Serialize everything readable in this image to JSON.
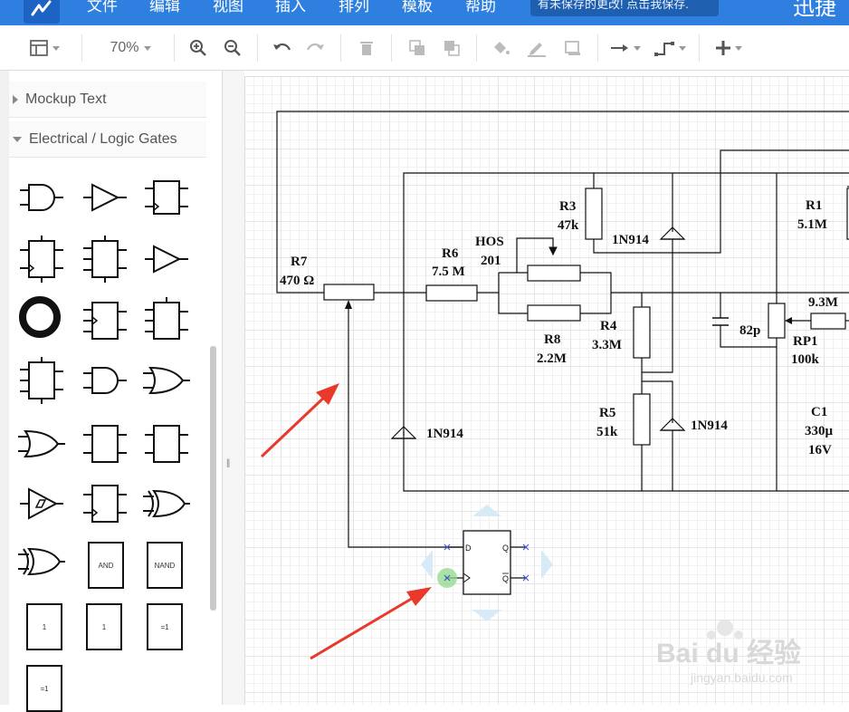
{
  "app": {
    "title": "迅捷",
    "save_notice": "有未保存的更改! 点击我保存."
  },
  "menu": {
    "items": [
      "文件",
      "编辑",
      "视图",
      "插入",
      "排列",
      "模板",
      "帮助"
    ]
  },
  "toolbar": {
    "zoom": "70%"
  },
  "sidebar": {
    "sections": [
      {
        "label": "Mockup Text",
        "expanded": false
      },
      {
        "label": "Electrical / Logic Gates",
        "expanded": true
      }
    ],
    "shape_labels": {
      "and": "AND",
      "nand": "NAND",
      "buf1": "1",
      "buf2": "1",
      "xor1": "=1",
      "xor2": "=1"
    }
  },
  "circuit": {
    "labels": {
      "r7": "R7",
      "r7_val": "470 Ω",
      "r6": "R6",
      "r6_val": "7.5 M",
      "hos": "HOS",
      "hos_val": "201",
      "r3": "R3",
      "r3_val": "47k",
      "d_top": "1N914",
      "r8": "R8",
      "r8_val": "2.2M",
      "r4": "R4",
      "r4_val": "3.3M",
      "r5": "R5",
      "r5_val": "51k",
      "d_mid": "1N914",
      "d_left": "1N914",
      "r1": "R1",
      "r1_val": "5.1M",
      "r_right_val": "9.3M",
      "c_small": "82p",
      "rp1": "RP1",
      "rp1_val": "100k",
      "c1": "C1",
      "c1_val": "330µ",
      "c1_v": "16V"
    },
    "flipflop_pins": {
      "d": "D",
      "q": "Q",
      "qbar": "Q"
    }
  },
  "watermark": {
    "brand": "Bai du 经验",
    "url": "jingyan.baidu.com"
  },
  "colors": {
    "menubar": "#2f7fe0",
    "arrow": "#e8392b",
    "selection": "#8fd98a",
    "handle": "#cde4f6"
  }
}
